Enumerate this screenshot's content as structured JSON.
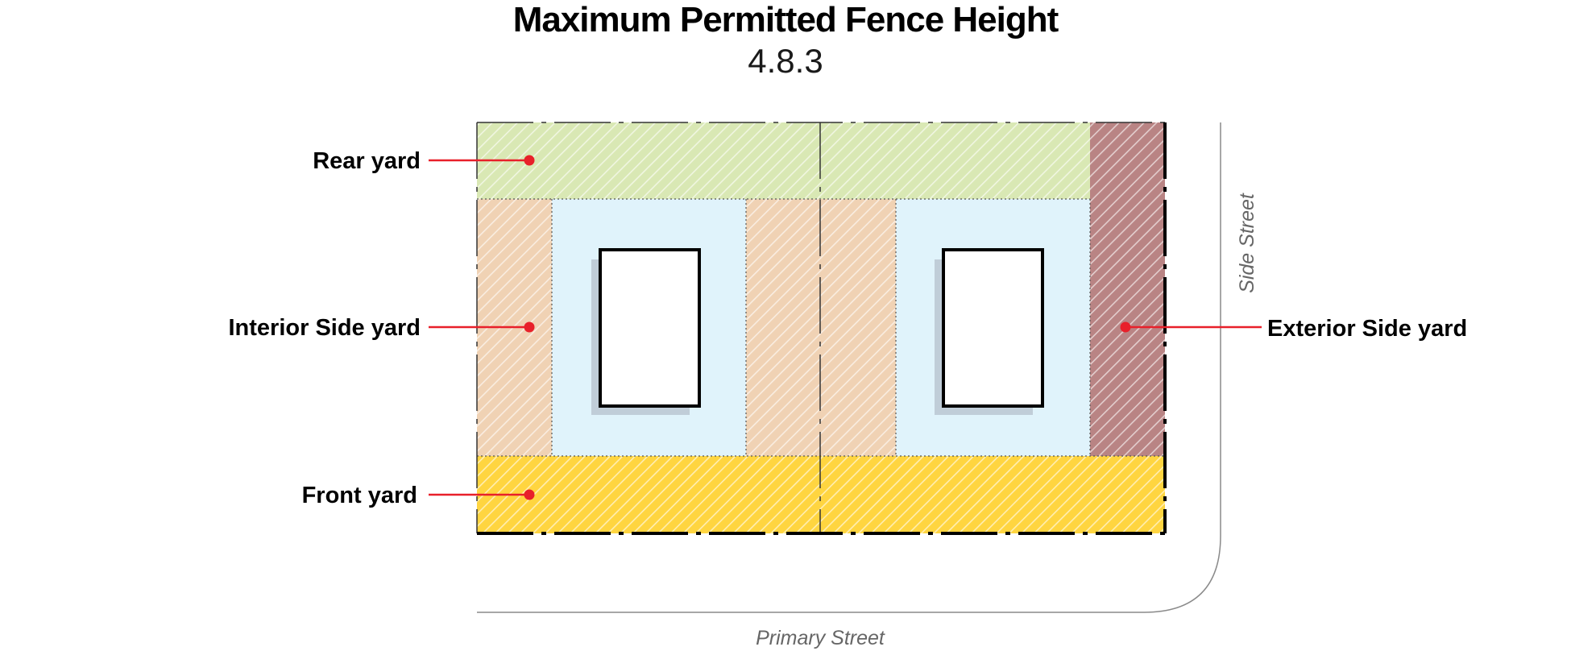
{
  "title": "Maximum Permitted Fence Height",
  "section": "4.8.3",
  "labels": {
    "rear_yard": "Rear yard",
    "interior_side_yard": "Interior Side yard",
    "front_yard": "Front yard",
    "exterior_side_yard": "Exterior Side yard"
  },
  "streets": {
    "primary": "Primary Street",
    "side": "Side Street"
  },
  "colors": {
    "rear_yard": "#d9e8b4",
    "interior_side_yard": "#f0d2b4",
    "front_yard": "#ffd540",
    "exterior_side_yard": "#b98484",
    "buildable_area": "#e0f3fb",
    "building_shadow": "#c0cdd8",
    "callout": "#e8202a"
  }
}
